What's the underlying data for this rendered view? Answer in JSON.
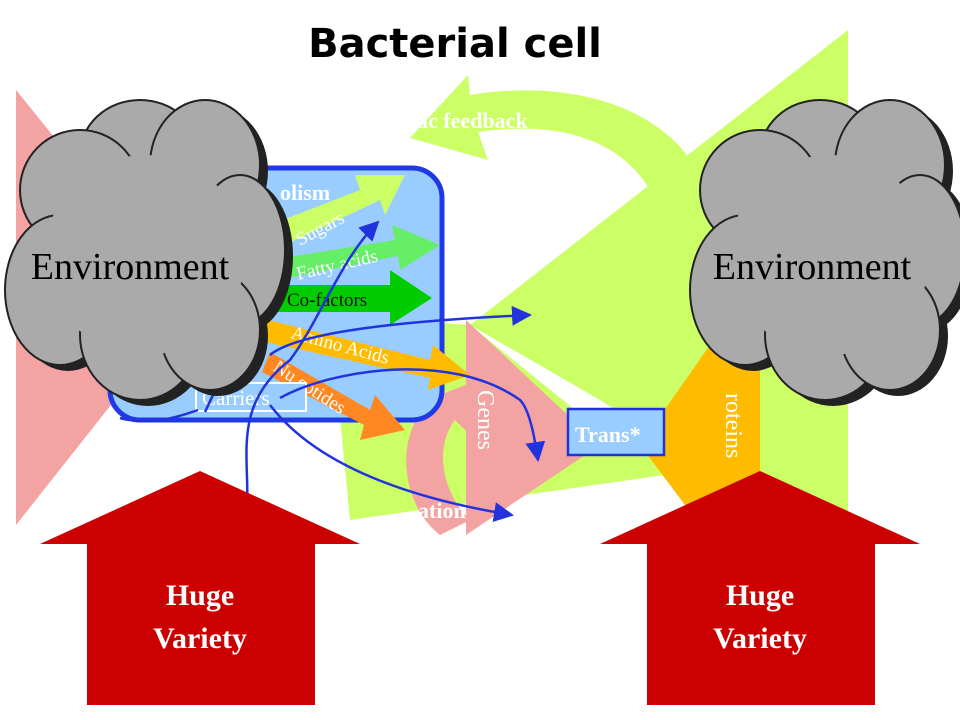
{
  "title": "Bacterial cell",
  "feedback_label": "Autocatalytic feedback",
  "catabolism_label": "olism",
  "metabolites": [
    "Sugars",
    "Fatty acids",
    "Co-factors",
    "Amino Acids",
    "Nucleotides"
  ],
  "metabolites_visible": {
    "nucleotides": "Nu  eotides"
  },
  "carriers_label": "Carriers",
  "genes_label": "Genes",
  "proteins_label": "roteins",
  "trans_label": "Trans*",
  "replication_label": "ation",
  "environment_label": "Environment",
  "huge_variety": [
    "Huge",
    "Variety"
  ],
  "colors": {
    "title": "#000000",
    "pink": "#f4a3a3",
    "lime": "#ccff66",
    "cell_fill": "#99ccff",
    "cell_border": "#1f39e6",
    "cloud": "#aaaaaa",
    "protein_orange": "#ffbb00",
    "dark_red": "#cc0000",
    "wire": "#2233dd",
    "text_white": "#ffffff"
  }
}
